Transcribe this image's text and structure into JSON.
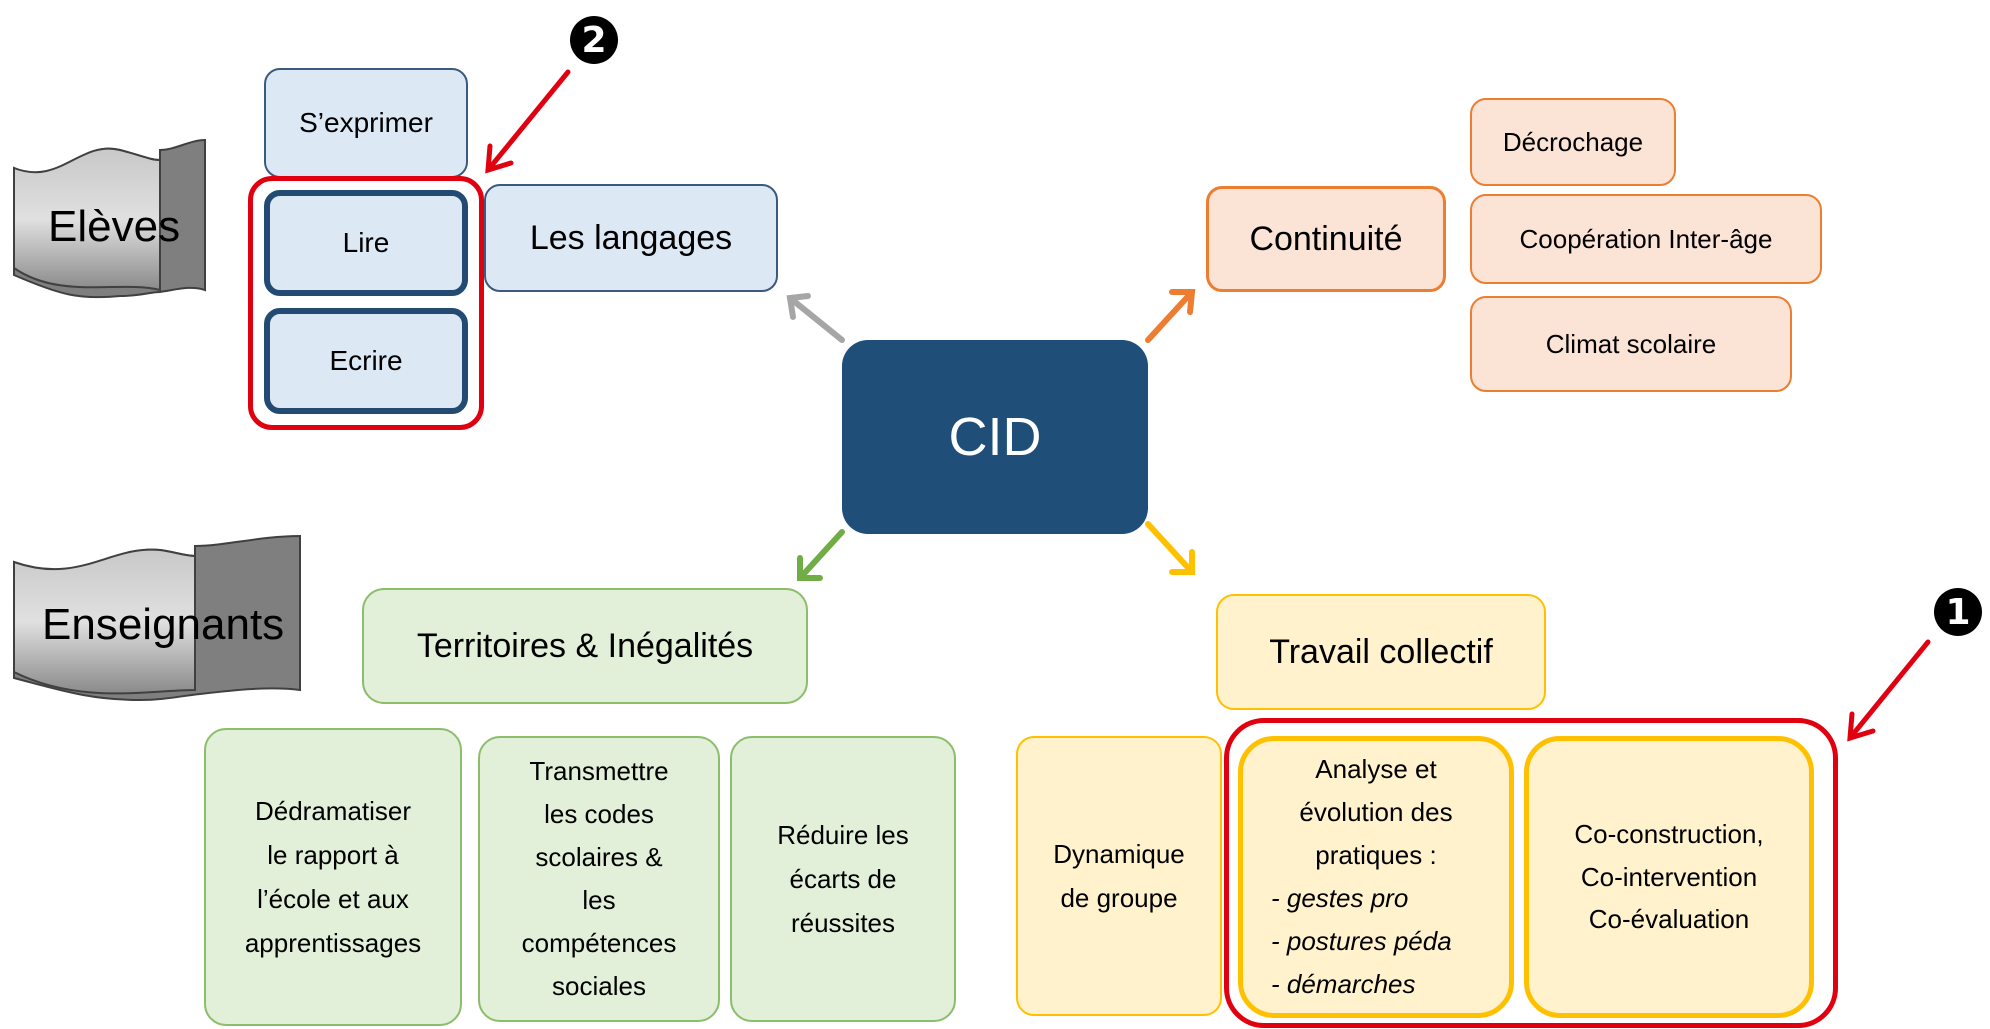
{
  "center": {
    "label": "CID"
  },
  "banners": {
    "eleves": "Elèves",
    "enseignants": "Enseignants"
  },
  "langages": {
    "title": "Les langages",
    "items": [
      "S’exprimer",
      "Lire",
      "Ecrire"
    ]
  },
  "continuite": {
    "title": "Continuité",
    "items": [
      "Décrochage",
      "Coopération Inter-âge",
      "Climat scolaire"
    ]
  },
  "territoires": {
    "title": "Territoires & Inégalités",
    "items": [
      [
        "Dédramatiser",
        "le rapport à",
        "l’école et aux",
        "apprentissages"
      ],
      [
        "Transmettre",
        "les codes",
        "scolaires &",
        "les",
        "compétences",
        "sociales"
      ],
      [
        "Réduire les",
        "écarts de",
        "réussites"
      ]
    ]
  },
  "travail": {
    "title": "Travail collectif",
    "dynamique": [
      "Dynamique",
      "de groupe"
    ],
    "analyse": [
      "Analyse et",
      "évolution des",
      "pratiques :"
    ],
    "analyse_list": [
      "- gestes pro",
      "- postures péda",
      "- démarches"
    ],
    "co": [
      "Co-construction,",
      "Co-intervention",
      "Co-évaluation"
    ]
  },
  "badges": {
    "one": "1",
    "two": "2"
  },
  "colors": {
    "center": "#1f4e79",
    "langages": "#dde8f5",
    "continuite": "#fbe3d6",
    "territoires": "#e2efd9",
    "travail": "#fff2cc",
    "highlight": "#e0000f"
  }
}
